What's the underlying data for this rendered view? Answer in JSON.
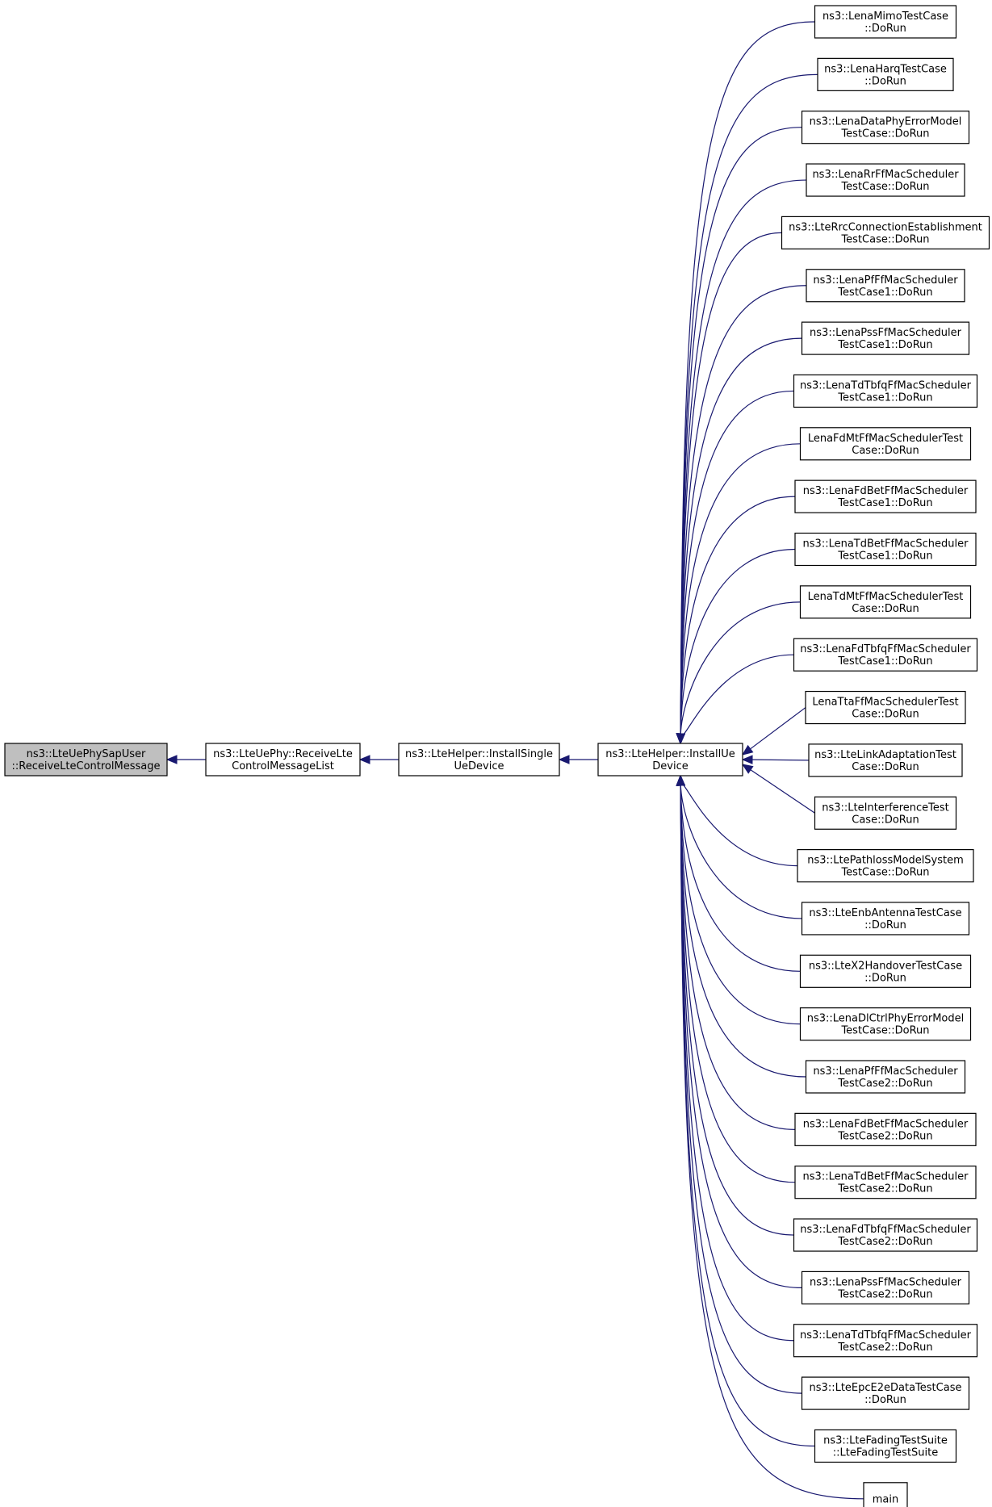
{
  "graph": {
    "root": {
      "id": "root",
      "lines": [
        "ns3::LteUePhySapUser",
        "::ReceiveLteControlMessage"
      ]
    },
    "chain": [
      {
        "id": "n1",
        "lines": [
          "ns3::LteUePhy::ReceiveLte",
          "ControlMessageList"
        ]
      },
      {
        "id": "n2",
        "lines": [
          "ns3::LteHelper::InstallSingle",
          "UeDevice"
        ]
      },
      {
        "id": "hub",
        "lines": [
          "ns3::LteHelper::InstallUe",
          "Device"
        ]
      }
    ],
    "callers": [
      {
        "lines": [
          "ns3::LenaMimoTestCase",
          "::DoRun"
        ]
      },
      {
        "lines": [
          "ns3::LenaHarqTestCase",
          "::DoRun"
        ]
      },
      {
        "lines": [
          "ns3::LenaDataPhyErrorModel",
          "TestCase::DoRun"
        ]
      },
      {
        "lines": [
          "ns3::LenaRrFfMacScheduler",
          "TestCase::DoRun"
        ]
      },
      {
        "lines": [
          "ns3::LteRrcConnectionEstablishment",
          "TestCase::DoRun"
        ]
      },
      {
        "lines": [
          "ns3::LenaPfFfMacScheduler",
          "TestCase1::DoRun"
        ]
      },
      {
        "lines": [
          "ns3::LenaPssFfMacScheduler",
          "TestCase1::DoRun"
        ]
      },
      {
        "lines": [
          "ns3::LenaTdTbfqFfMacScheduler",
          "TestCase1::DoRun"
        ]
      },
      {
        "lines": [
          "LenaFdMtFfMacSchedulerTest",
          "Case::DoRun"
        ]
      },
      {
        "lines": [
          "ns3::LenaFdBetFfMacScheduler",
          "TestCase1::DoRun"
        ]
      },
      {
        "lines": [
          "ns3::LenaTdBetFfMacScheduler",
          "TestCase1::DoRun"
        ]
      },
      {
        "lines": [
          "LenaTdMtFfMacSchedulerTest",
          "Case::DoRun"
        ]
      },
      {
        "lines": [
          "ns3::LenaFdTbfqFfMacScheduler",
          "TestCase1::DoRun"
        ]
      },
      {
        "lines": [
          "LenaTtaFfMacSchedulerTest",
          "Case::DoRun"
        ]
      },
      {
        "lines": [
          "ns3::LteLinkAdaptationTest",
          "Case::DoRun"
        ]
      },
      {
        "lines": [
          "ns3::LteInterferenceTest",
          "Case::DoRun"
        ]
      },
      {
        "lines": [
          "ns3::LtePathlossModelSystem",
          "TestCase::DoRun"
        ]
      },
      {
        "lines": [
          "ns3::LteEnbAntennaTestCase",
          "::DoRun"
        ]
      },
      {
        "lines": [
          "ns3::LteX2HandoverTestCase",
          "::DoRun"
        ]
      },
      {
        "lines": [
          "ns3::LenaDlCtrlPhyErrorModel",
          "TestCase::DoRun"
        ]
      },
      {
        "lines": [
          "ns3::LenaPfFfMacScheduler",
          "TestCase2::DoRun"
        ]
      },
      {
        "lines": [
          "ns3::LenaFdBetFfMacScheduler",
          "TestCase2::DoRun"
        ]
      },
      {
        "lines": [
          "ns3::LenaTdBetFfMacScheduler",
          "TestCase2::DoRun"
        ]
      },
      {
        "lines": [
          "ns3::LenaFdTbfqFfMacScheduler",
          "TestCase2::DoRun"
        ]
      },
      {
        "lines": [
          "ns3::LenaPssFfMacScheduler",
          "TestCase2::DoRun"
        ]
      },
      {
        "lines": [
          "ns3::LenaTdTbfqFfMacScheduler",
          "TestCase2::DoRun"
        ]
      },
      {
        "lines": [
          "ns3::LteEpcE2eDataTestCase",
          "::DoRun"
        ]
      },
      {
        "lines": [
          "ns3::LteFadingTestSuite",
          "::LteFadingTestSuite"
        ]
      },
      {
        "lines": [
          "main"
        ]
      }
    ],
    "colors": {
      "edge": "#191970",
      "root_fill": "#bfbfbf",
      "node_fill": "#ffffff",
      "border": "#000000"
    }
  }
}
